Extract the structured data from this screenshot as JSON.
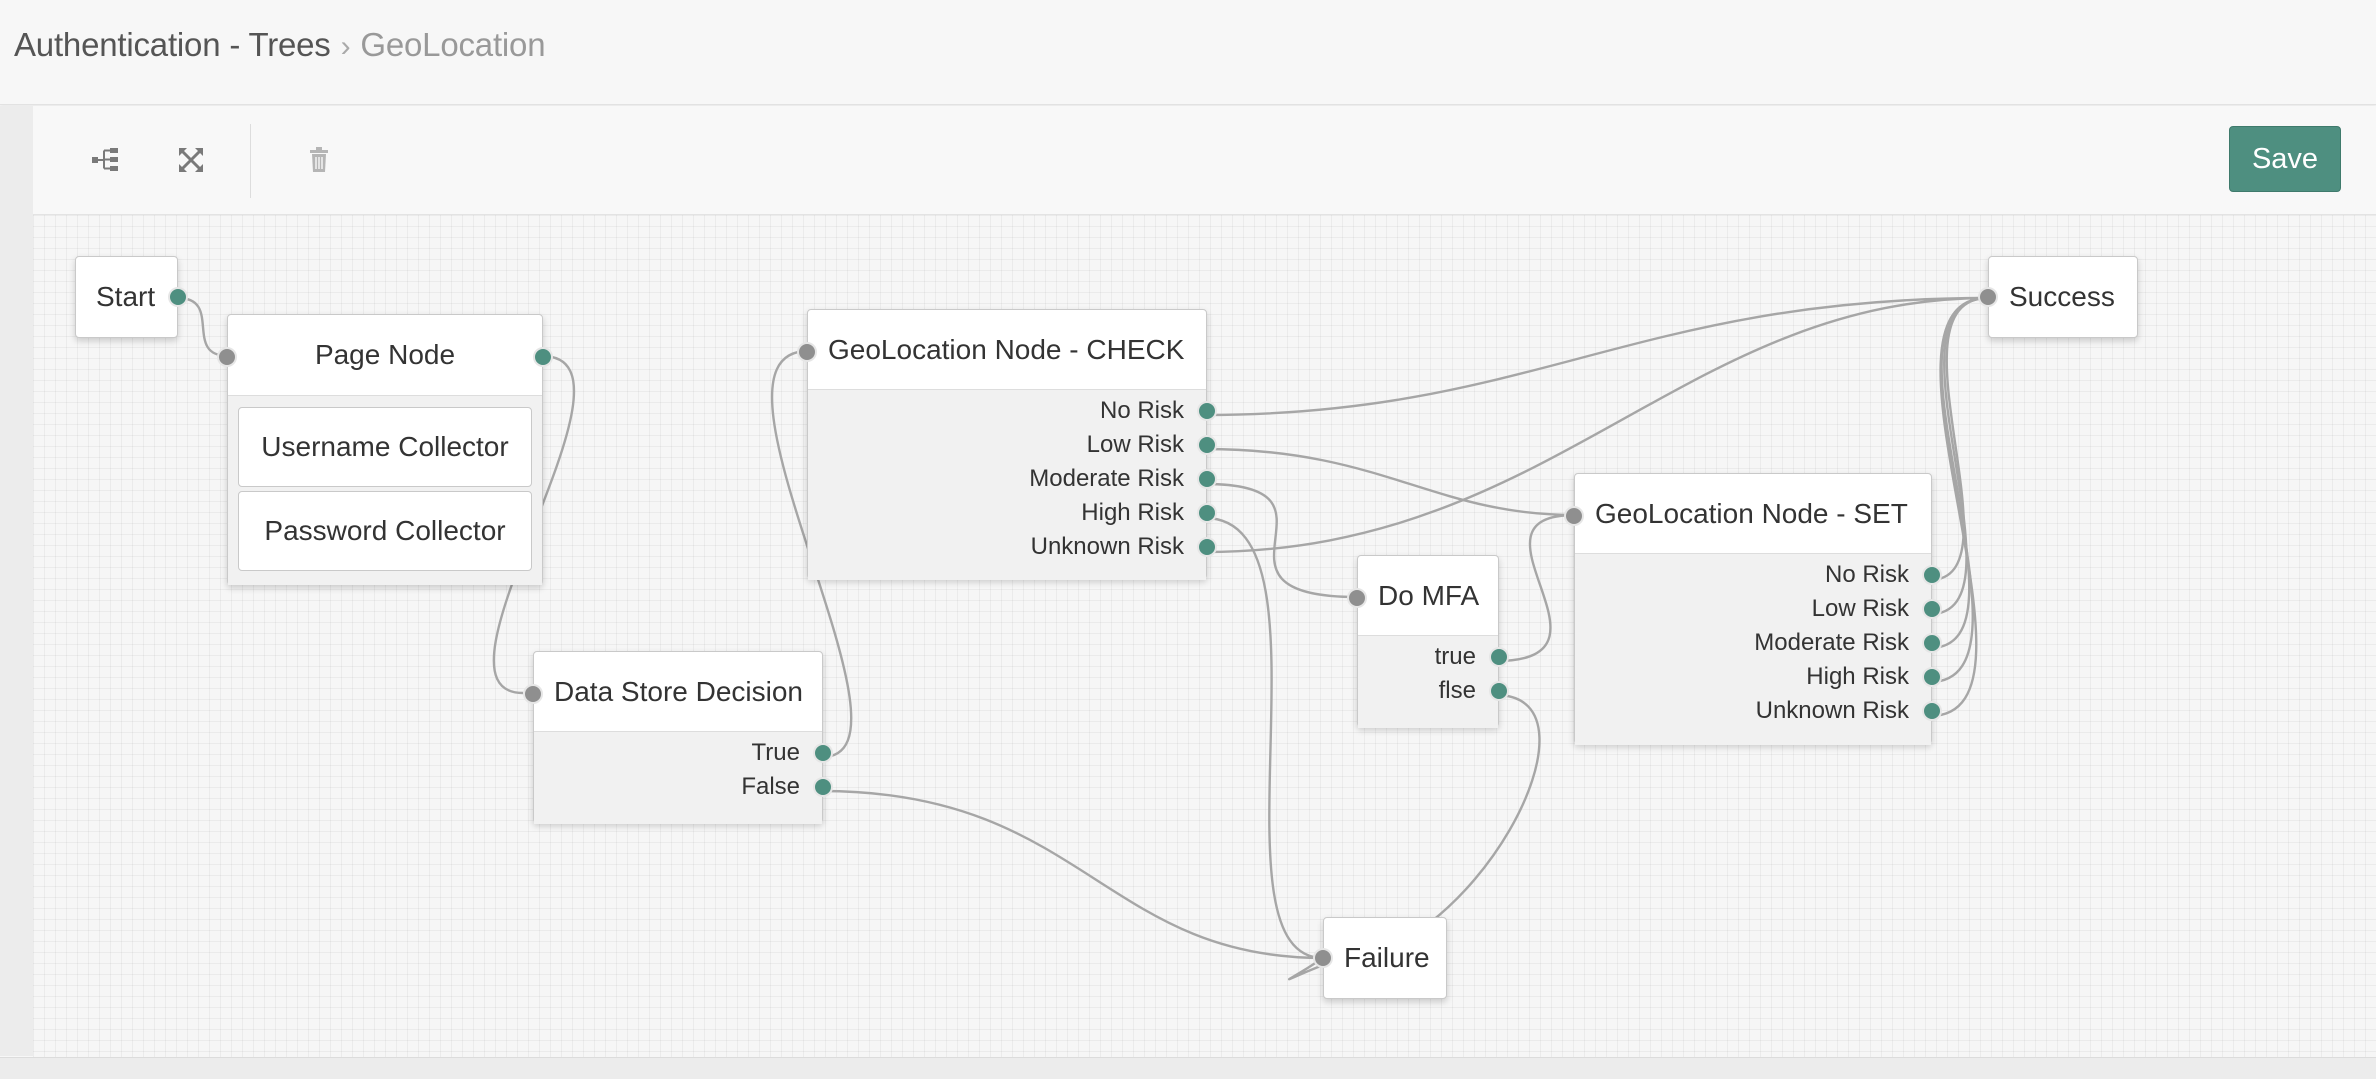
{
  "breadcrumb": {
    "parent": "Authentication - Trees",
    "separator": "›",
    "current": "GeoLocation"
  },
  "toolbar": {
    "tree_icon": "tree-layout-icon",
    "expand_icon": "expand-arrows-icon",
    "delete_icon": "trash-icon",
    "save_label": "Save"
  },
  "colors": {
    "accent": "#4e8f80",
    "port_in": "#8f8f8f",
    "wire": "#a6a6a6"
  },
  "nodes": {
    "start": {
      "label": "Start"
    },
    "page": {
      "label": "Page Node",
      "children": [
        "Username Collector",
        "Password Collector"
      ]
    },
    "datastore": {
      "label": "Data Store Decision",
      "outcomes": [
        "True",
        "False"
      ]
    },
    "geocheck": {
      "label": "GeoLocation Node - CHECK",
      "outcomes": [
        "No Risk",
        "Low Risk",
        "Moderate Risk",
        "High Risk",
        "Unknown Risk"
      ]
    },
    "domfa": {
      "label": "Do MFA",
      "outcomes": [
        "true",
        "flse"
      ]
    },
    "geoset": {
      "label": "GeoLocation Node - SET",
      "outcomes": [
        "No Risk",
        "Low Risk",
        "Moderate Risk",
        "High Risk",
        "Unknown Risk"
      ]
    },
    "success": {
      "label": "Success"
    },
    "failure": {
      "label": "Failure"
    }
  }
}
